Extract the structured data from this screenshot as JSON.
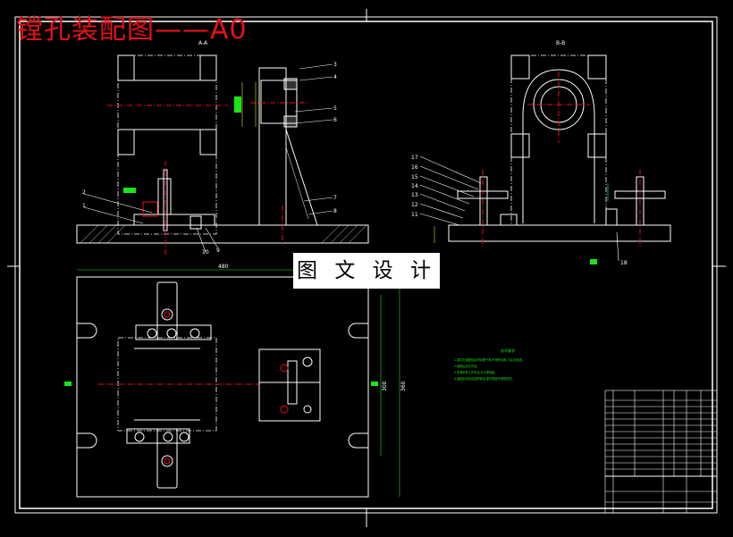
{
  "title": "镗孔装配图——A0",
  "watermark": "图 文 设 计",
  "views": {
    "front_label": "A-A",
    "side_label": "B-B"
  },
  "part_numbers_front": [
    "1",
    "2",
    "3",
    "4",
    "5",
    "6",
    "7",
    "8",
    "9",
    "10"
  ],
  "part_numbers_side": [
    "11",
    "12",
    "13",
    "14",
    "15",
    "16",
    "17",
    "18"
  ],
  "dimensions": {
    "width": "480",
    "height1": "300",
    "height2": "360"
  },
  "notes_title": "技术要求",
  "notes": [
    "1.零件在装配前必须清理干净,不得有毛刺,飞边,氧化皮。",
    "2.装配后定位可靠。",
    "3.夹紧机构工作灵活,无卡滞现象。",
    "4.装配后夹具应涂防锈油,零件表面不得有损伤。"
  ],
  "colors": {
    "line": "#ffffff",
    "red": "#e8101a",
    "green": "#19e619",
    "yellow": "#e6e619",
    "cyan": "#19e6e6"
  }
}
